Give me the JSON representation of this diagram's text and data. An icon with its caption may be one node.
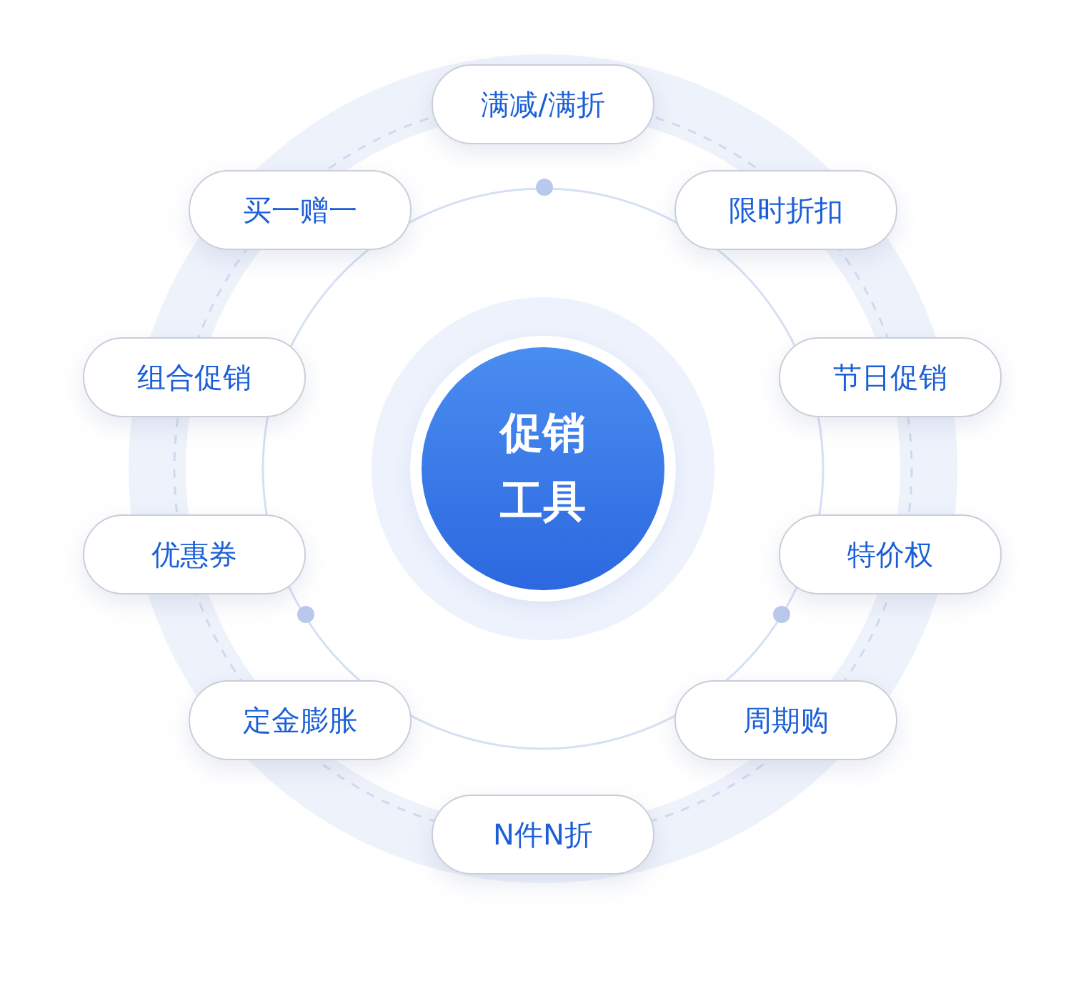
{
  "diagram": {
    "nodes": [
      {
        "text": [
          "促销工具"
        ]
      },
      {
        "text": [
          "满减/满折"
        ]
      },
      {
        "text": [
          "限时折扣"
        ]
      },
      {
        "text": [
          "节日促销"
        ]
      },
      {
        "text": [
          "特价权"
        ]
      },
      {
        "text": [
          "周期购"
        ]
      },
      {
        "text": [
          "N件N折"
        ]
      },
      {
        "text": [
          "定金膨胀"
        ]
      },
      {
        "text": [
          "优惠券"
        ]
      },
      {
        "text": [
          "组合促销"
        ]
      },
      {
        "text": [
          "买一赠一"
        ]
      }
    ],
    "edges": []
  }
}
